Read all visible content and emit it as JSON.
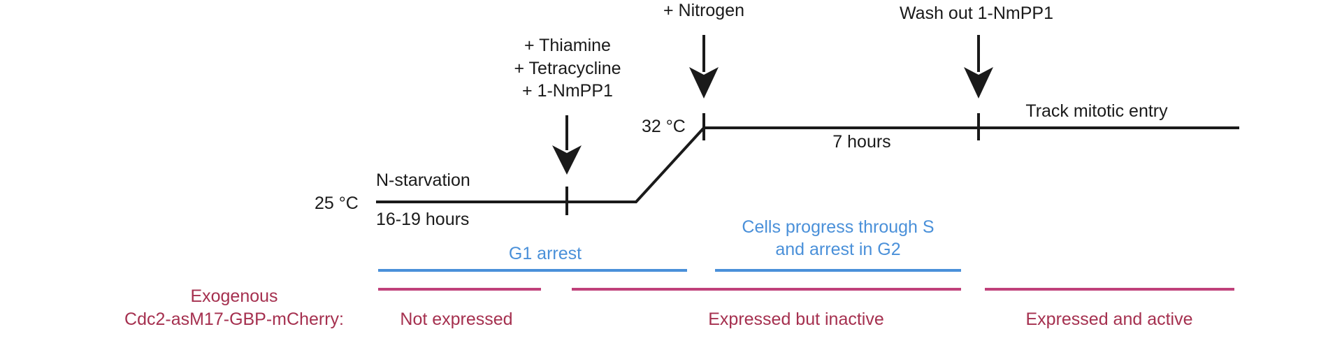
{
  "colors": {
    "line": "#1a1a1a",
    "blue": "#4a90d9",
    "pink": "#c0417a",
    "red_text": "#a5304f"
  },
  "temperatures": {
    "low": "25 °C",
    "high": "32 °C"
  },
  "additions": {
    "drugs": [
      "+ Thiamine",
      "+ Tetracycline",
      "+ 1-NmPP1"
    ],
    "nitrogen": "+ Nitrogen",
    "washout": "Wash out 1-NmPP1"
  },
  "phases": {
    "starvation": "N-starvation",
    "starvation_time": "16-19 hours",
    "incubation_time": "7 hours",
    "tracking": "Track mitotic entry"
  },
  "cell_cycle": {
    "g1": "G1 arrest",
    "s_g2": [
      "Cells progress through S",
      "and arrest in G2"
    ]
  },
  "expression": {
    "label": [
      "Exogenous",
      "Cdc2-asM17-GBP-mCherry:"
    ],
    "not_expressed": "Not expressed",
    "inactive": "Expressed but inactive",
    "active": "Expressed and active"
  }
}
